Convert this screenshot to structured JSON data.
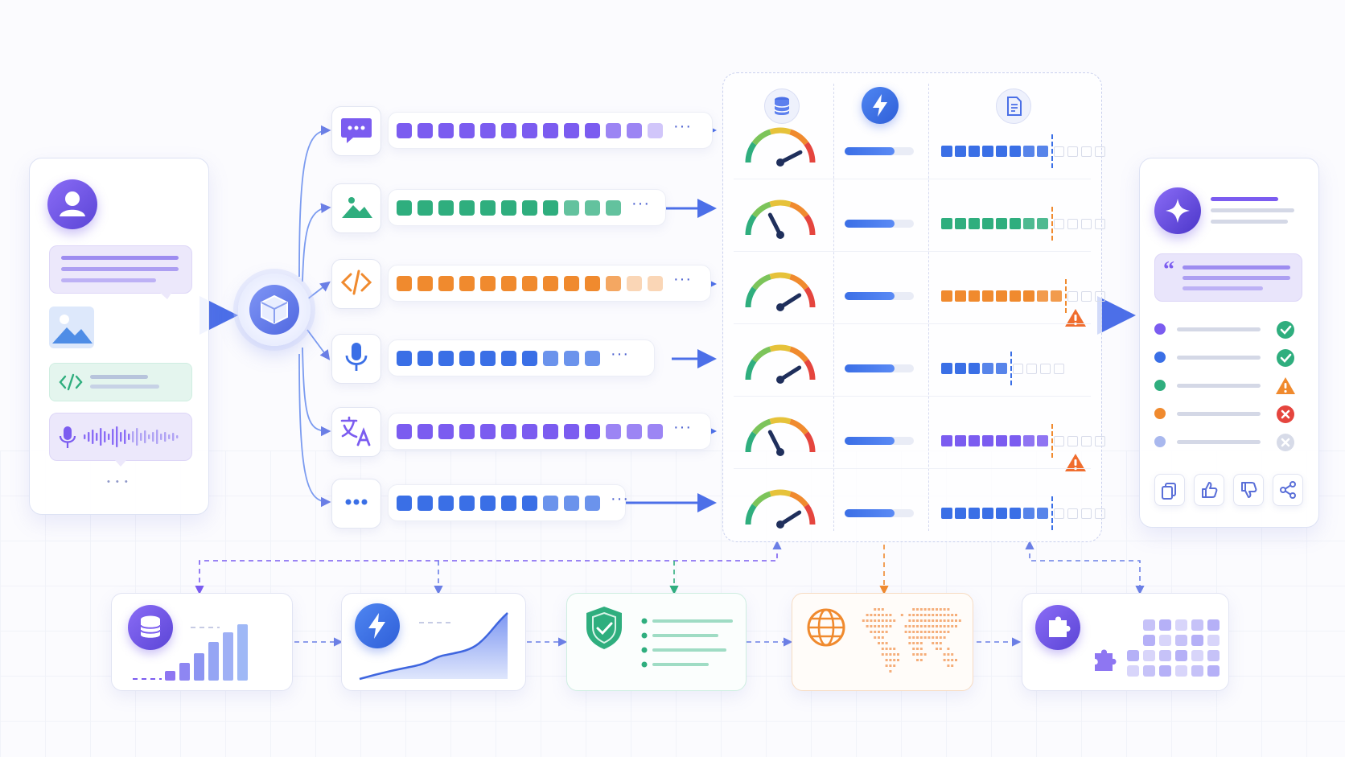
{
  "colors": {
    "purple": "#7b5cf0",
    "green": "#2fae7e",
    "orange": "#f08a2e",
    "blue": "#3a6fe6",
    "red": "#e5453e",
    "lavender": "#c9c4f5"
  },
  "input_panel": {
    "icons": [
      "user-icon",
      "image-icon",
      "code-icon",
      "microphone-icon"
    ],
    "more_label": "• • •"
  },
  "router": {
    "icon": "cube-icon"
  },
  "modalities": [
    {
      "icon": "chat-icon",
      "color": "#7b5cf0",
      "filled": 12,
      "total": 13
    },
    {
      "icon": "image-icon",
      "color": "#2fae7e",
      "filled": 11,
      "total": 11
    },
    {
      "icon": "code-icon",
      "color": "#f08a2e",
      "filled": 11,
      "total": 13
    },
    {
      "icon": "microphone-icon",
      "color": "#3a6fe6",
      "filled": 10,
      "total": 10
    },
    {
      "icon": "translate-icon",
      "color": "#7b5cf0",
      "filled": 13,
      "total": 13
    },
    {
      "icon": "more-icon",
      "color": "#3a6fe6",
      "filled": 10,
      "total": 10
    }
  ],
  "matrix": {
    "header_icons": [
      "database-icon",
      "lightning-icon",
      "document-icon"
    ],
    "rows": [
      {
        "gauge": 0.85,
        "speed": 0.72,
        "quality": 8,
        "quality_color": "#3a6fe6",
        "marker_color": "#3a6fe6",
        "warning": false
      },
      {
        "gauge": 0.35,
        "speed": 0.72,
        "quality": 8,
        "quality_color": "#2fae7e",
        "marker_color": "#f08a2e",
        "warning": false
      },
      {
        "gauge": 0.82,
        "speed": 0.72,
        "quality": 9,
        "quality_color": "#f08a2e",
        "marker_color": "#f08a2e",
        "warning": true
      },
      {
        "gauge": 0.82,
        "speed": 0.72,
        "quality": 5,
        "quality_color": "#3a6fe6",
        "marker_color": "#3a6fe6",
        "warning": false
      },
      {
        "gauge": 0.35,
        "speed": 0.72,
        "quality": 8,
        "quality_color": "#7b5cf0",
        "marker_color": "#f08a2e",
        "warning": true
      },
      {
        "gauge": 0.82,
        "speed": 0.72,
        "quality": 8,
        "quality_color": "#3a6fe6",
        "marker_color": "#3a6fe6",
        "warning": false
      }
    ]
  },
  "output_panel": {
    "icon": "sparkle-icon",
    "quote_mark": "“",
    "checks": [
      {
        "dot": "#7b5cf0",
        "status": "check",
        "status_color": "#2fae7e"
      },
      {
        "dot": "#3a6fe6",
        "status": "check",
        "status_color": "#2fae7e"
      },
      {
        "dot": "#2fae7e",
        "status": "warning",
        "status_color": "#f08a2e"
      },
      {
        "dot": "#f08a2e",
        "status": "error",
        "status_color": "#e5453e"
      },
      {
        "dot": "#a9b8ee",
        "status": "disabled",
        "status_color": "#d7dbe8"
      }
    ],
    "actions": [
      "copy-icon",
      "thumbs-up-icon",
      "thumbs-down-icon",
      "share-icon"
    ]
  },
  "bottom_cards": [
    {
      "icon": "database-icon",
      "kind": "bar-chart"
    },
    {
      "icon": "lightning-icon",
      "kind": "area-chart"
    },
    {
      "icon": "shield-check-icon",
      "kind": "checklist"
    },
    {
      "icon": "globe-icon",
      "kind": "world-map"
    },
    {
      "icon": "puzzle-icon",
      "kind": "plugin-grid"
    }
  ]
}
